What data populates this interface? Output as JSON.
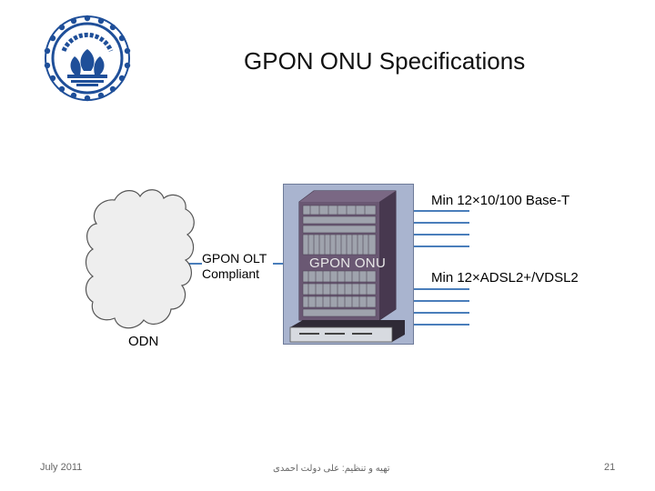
{
  "slide": {
    "title": "GPON ONU Specifications"
  },
  "logo": {
    "name": "sharif-university-seal",
    "text": "دانشگاه صنعتی شریف"
  },
  "diagram": {
    "odn_label": "ODN",
    "olt_label_line1": "GPON OLT",
    "olt_label_line2": "Compliant",
    "onu_label": "GPON ONU",
    "ethernet_ports_label": "Min 12×10/100 Base-T",
    "dsl_ports_label": "Min 12×ADSL2+/VDSL2",
    "link_color": "#4a7ebb",
    "cloud_fill": "#eeeeee",
    "onu_cabinet_color": "#5b4a63",
    "onu_background_color": "#a9b4cf"
  },
  "footer": {
    "date": "July 2011",
    "author": "تهیه و تنظیم: علی دولت احمدی",
    "page_number": "21"
  }
}
